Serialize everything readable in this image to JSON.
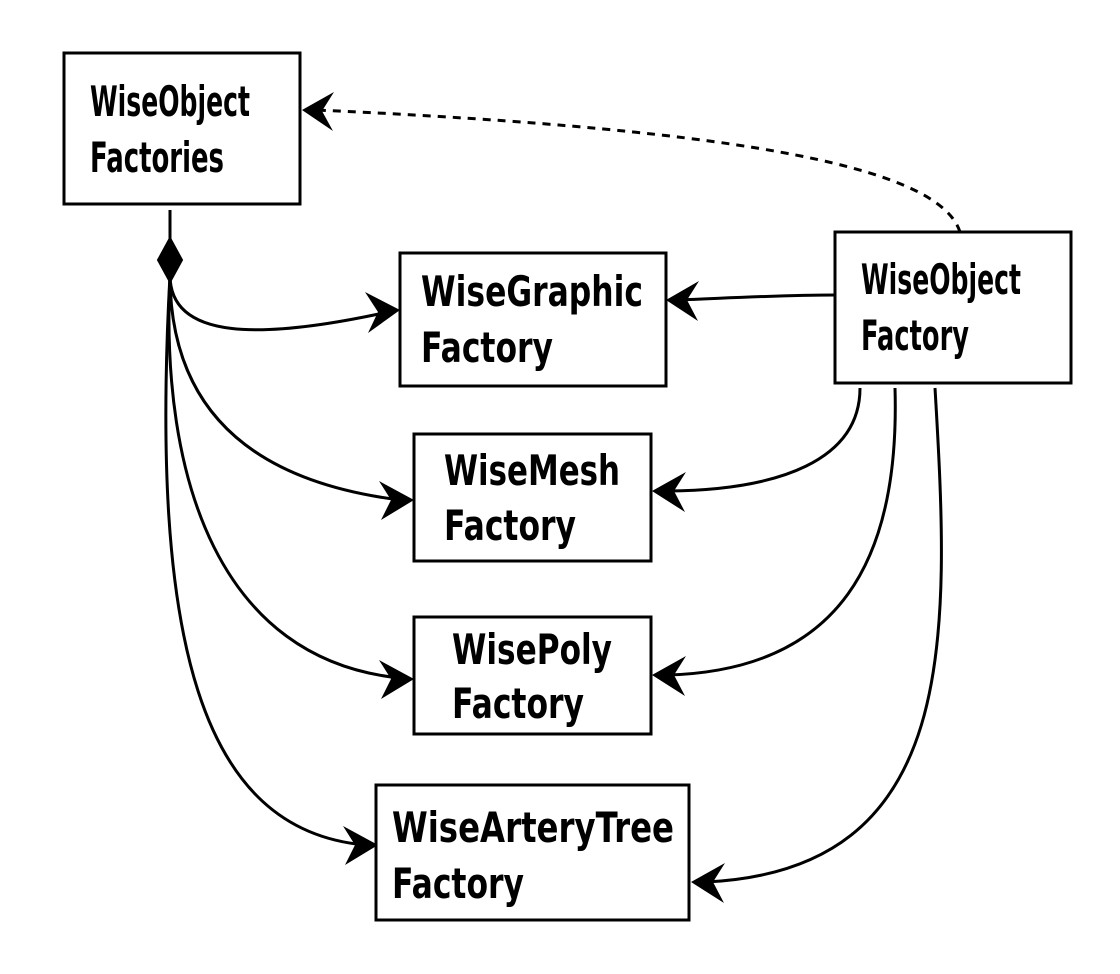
{
  "diagram": {
    "nodes": {
      "factories": {
        "line1": "WiseObject",
        "line2": "Factories"
      },
      "object_factory": {
        "line1": "WiseObject",
        "line2": "Factory"
      },
      "graphic_factory": {
        "line1": "WiseGraphic",
        "line2": "Factory"
      },
      "mesh_factory": {
        "line1": "WiseMesh",
        "line2": "Factory"
      },
      "poly_factory": {
        "line1": "WisePoly",
        "line2": "Factory"
      },
      "artery_factory": {
        "line1": "WiseArteryTree",
        "line2": "Factory"
      }
    },
    "edges": [
      {
        "from": "factories",
        "to": "graphic_factory",
        "kind": "composition"
      },
      {
        "from": "factories",
        "to": "mesh_factory",
        "kind": "composition"
      },
      {
        "from": "factories",
        "to": "poly_factory",
        "kind": "composition"
      },
      {
        "from": "factories",
        "to": "artery_factory",
        "kind": "composition"
      },
      {
        "from": "object_factory",
        "to": "factories",
        "kind": "dependency"
      },
      {
        "from": "object_factory",
        "to": "graphic_factory",
        "kind": "association"
      },
      {
        "from": "object_factory",
        "to": "mesh_factory",
        "kind": "association"
      },
      {
        "from": "object_factory",
        "to": "poly_factory",
        "kind": "association"
      },
      {
        "from": "object_factory",
        "to": "artery_factory",
        "kind": "association"
      }
    ]
  }
}
